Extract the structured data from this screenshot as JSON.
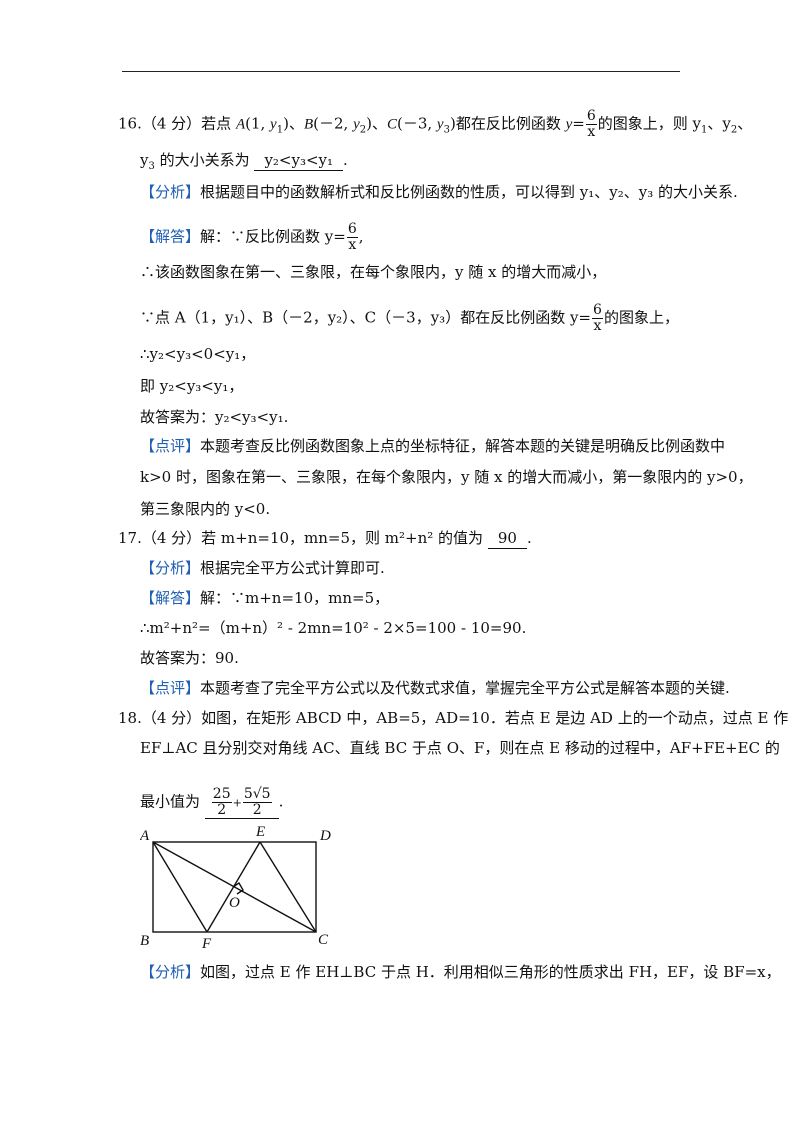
{
  "q16": {
    "line1_a": "16.（4 分）若点 ",
    "line1_b": "都在反比例函数 ",
    "line1_c": "的图象上，则 y",
    "line1_d": "、y",
    "line1_e": "、",
    "line2_a": "y",
    "line2_b": "的大小关系为",
    "answer": "y₂<y₃<y₁",
    "frac_num": "6",
    "frac_den": "x",
    "analysis_tag": "【分析】",
    "analysis": "根据题目中的函数解析式和反比例函数的性质，可以得到 y₁、y₂、y₃ 的大小关系.",
    "solution_tag": "【解答】",
    "sol1": "解：∵反比例函数 y=",
    "sol2": "∴该函数图象在第一、三象限，在每个象限内，y 随 x 的增大而减小，",
    "sol3_a": "∵点 A（1，y₁）、B（－2，y₂）、C（－3，y₃）都在反比例函数 y=",
    "sol3_b": "的图象上，",
    "sol4": "∴y₂<y₃<0<y₁，",
    "sol5": "即 y₂<y₃<y₁，",
    "sol6": "故答案为：y₂<y₃<y₁.",
    "comment_tag": "【点评】",
    "comment1": "本题考查反比例函数图象上点的坐标特征，解答本题的关键是明确反比例函数中",
    "comment2": "k>0 时，图象在第一、三象限，在每个象限内，y 随 x 的增大而减小，第一象限内的 y>0，",
    "comment3": "第三象限内的 y<0."
  },
  "q17": {
    "line1_a": "17.（4 分）若 m+n=10，mn=5，则 m²+n² 的值为",
    "answer": "90",
    "analysis_tag": "【分析】",
    "analysis": "根据完全平方公式计算即可.",
    "solution_tag": "【解答】",
    "sol1": "解：∵m+n=10，mn=5，",
    "sol2": "∴m²+n²=（m+n）² - 2mn=10² - 2×5=100 - 10=90.",
    "sol3": "故答案为：90.",
    "comment_tag": "【点评】",
    "comment": "本题考查了完全平方公式以及代数式求值，掌握完全平方公式是解答本题的关键."
  },
  "q18": {
    "line1": "18.（4 分）如图，在矩形 ABCD 中，AB=5，AD=10．若点 E 是边 AD 上的一个动点，过点 E 作",
    "line2": "EF⊥AC 且分别交对角线 AC、直线 BC 于点 O、F，则在点 E 移动的过程中，AF+FE+EC 的",
    "line3": "最小值为",
    "ans_frac1_num": "25",
    "ans_frac1_den": "2",
    "ans_plus": "+",
    "ans_frac2_num": "5√5",
    "ans_frac2_den": "2",
    "analysis_tag": "【分析】",
    "analysis": "如图，过点 E 作 EH⊥BC 于点 H．利用相似三角形的性质求出 FH，EF，设 BF=x，",
    "labels": {
      "A": "A",
      "B": "B",
      "C": "C",
      "D": "D",
      "E": "E",
      "F": "F",
      "O": "O"
    }
  },
  "colors": {
    "tag": "#1f5fb4",
    "text": "#111111"
  }
}
